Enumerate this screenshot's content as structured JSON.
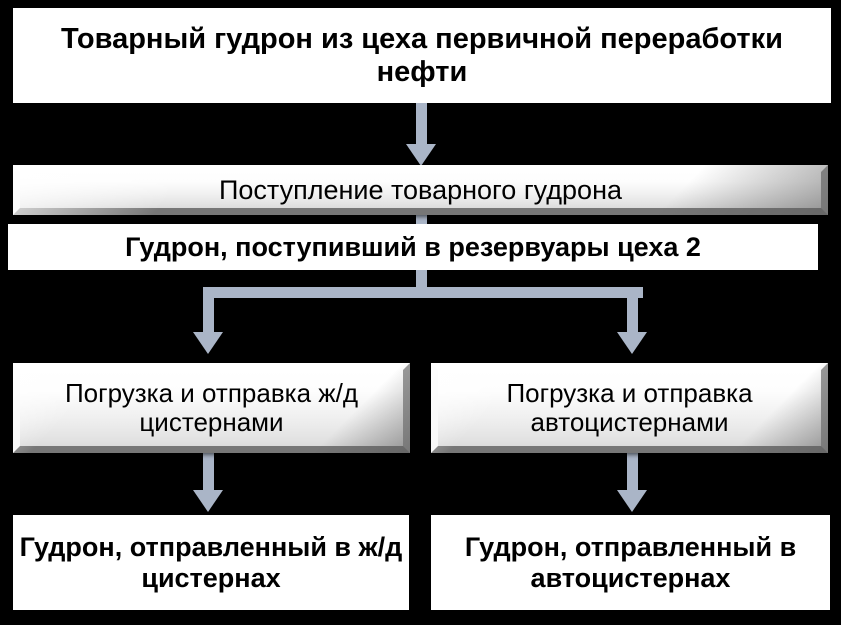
{
  "diagram": {
    "title_text": "Товарный гудрон из цеха первичной переработки нефти",
    "colors": {
      "background": "#000000",
      "connector": "#aab5c7",
      "box_fill": "#ffffff",
      "process_fill": "#efefef",
      "text": "#000000"
    },
    "nodes": {
      "source": {
        "label": "Товарный гудрон из цеха первичной переработки нефти",
        "type": "data-box"
      },
      "receipt": {
        "label": "Поступление товарного гудрона",
        "type": "process-box"
      },
      "stored": {
        "label": "Гудрон, поступивший в резервуары цеха 2",
        "type": "data-box"
      },
      "rail_load": {
        "label": "Погрузка и отправка ж/д цистернами",
        "type": "process-box"
      },
      "truck_load": {
        "label": "Погрузка и отправка автоцистернами",
        "type": "process-box"
      },
      "rail_out": {
        "label": "Гудрон, отправленный в ж/д цистернах",
        "type": "data-box"
      },
      "truck_out": {
        "label": "Гудрон, отправленный в автоцистернах",
        "type": "data-box"
      }
    },
    "connectors": [
      {
        "name": "source-to-receipt",
        "from": "source",
        "to": "receipt"
      },
      {
        "name": "stored-to-rail",
        "from": "stored",
        "to": "rail_load"
      },
      {
        "name": "stored-to-truck",
        "from": "stored",
        "to": "truck_load"
      },
      {
        "name": "rail-load-to-rail-out",
        "from": "rail_load",
        "to": "rail_out"
      },
      {
        "name": "truck-load-to-truck-out",
        "from": "truck_load",
        "to": "truck_out"
      }
    ]
  }
}
